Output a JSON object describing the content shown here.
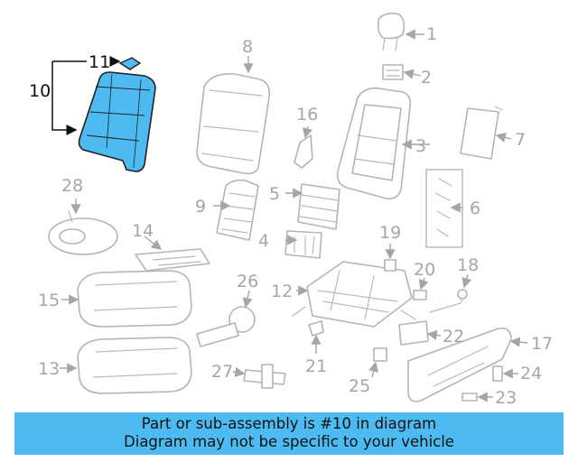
{
  "diagram": {
    "highlighted_part": "10",
    "highlight_color": "#4dbbf1",
    "callouts": {
      "c1": "1",
      "c2": "2",
      "c3": "3",
      "c4": "4",
      "c5": "5",
      "c6": "6",
      "c7": "7",
      "c8": "8",
      "c9": "9",
      "c10": "10",
      "c11": "11",
      "c12": "12",
      "c13": "13",
      "c14": "14",
      "c15": "15",
      "c16": "16",
      "c17": "17",
      "c18": "18",
      "c19": "19",
      "c20": "20",
      "c21": "21",
      "c22": "22",
      "c23": "23",
      "c24": "24",
      "c25": "25",
      "c26": "26",
      "c27": "27",
      "c28": "28"
    }
  },
  "banner": {
    "line1": "Part or sub-assembly is #10 in diagram",
    "line2": "Diagram may not be specific to your vehicle",
    "background": "#4dbbf1"
  }
}
